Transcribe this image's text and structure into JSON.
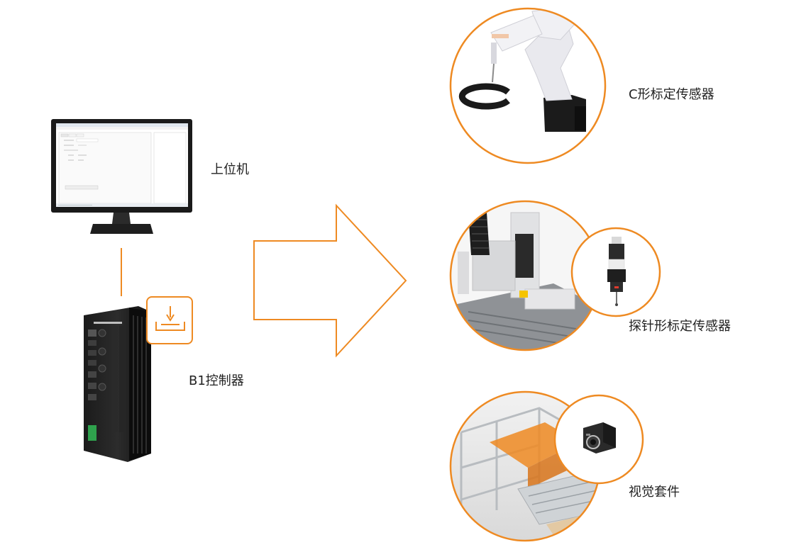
{
  "labels": {
    "host_pc": "上位机",
    "controller": "B1控制器",
    "c_sensor": "C形标定传感器",
    "probe_sensor": "探针形标定传感器",
    "vision_kit": "视觉套件"
  },
  "colors": {
    "accent": "#EE8A22",
    "text": "#222222"
  },
  "icons": [
    "monitor",
    "controller-box",
    "sensor-badge-icon",
    "arrow-right",
    "robot-arm",
    "probe-sensor",
    "camera"
  ]
}
